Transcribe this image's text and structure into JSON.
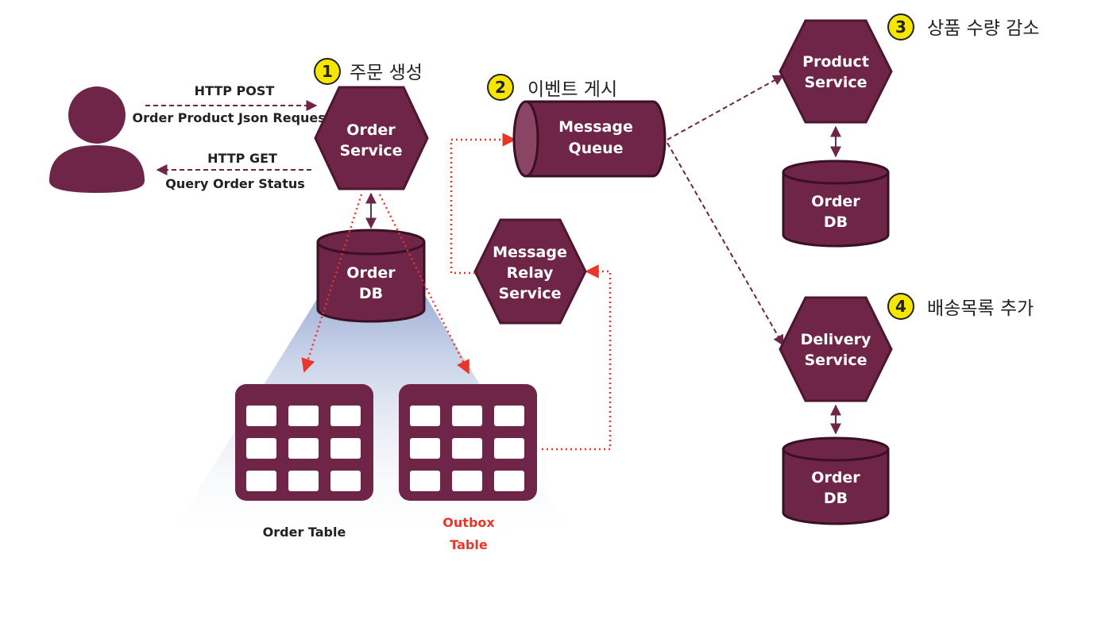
{
  "colors": {
    "node": "#6e2547",
    "node_dark": "#4d1730",
    "arrow_dark": "#6e2547",
    "arrow_red": "#e8372a",
    "step_badge": "#f6e600",
    "outbox_text": "#e8372a"
  },
  "client": {
    "icon": "user-icon"
  },
  "requests": {
    "post_method": "HTTP POST",
    "post_desc": "Order Product Json Request",
    "get_method": "HTTP GET",
    "get_desc": "Query Order Status"
  },
  "steps": {
    "s1": {
      "num": "1",
      "label": "주문 생성"
    },
    "s2": {
      "num": "2",
      "label": "이벤트 게시"
    },
    "s3": {
      "num": "3",
      "label": "상품 수량 감소"
    },
    "s4": {
      "num": "4",
      "label": "배송목록 추가"
    }
  },
  "nodes": {
    "order_service": [
      "Order",
      "Service"
    ],
    "order_db": [
      "Order",
      "DB"
    ],
    "message_queue": [
      "Message",
      "Queue"
    ],
    "relay_service": [
      "Message",
      "Relay",
      "Service"
    ],
    "product_service": [
      "Product",
      "Service"
    ],
    "product_db": [
      "Order",
      "DB"
    ],
    "delivery_service": [
      "Delivery",
      "Service"
    ],
    "delivery_db": [
      "Order",
      "DB"
    ]
  },
  "tables": {
    "order_table": "Order Table",
    "outbox_table_line1": "Outbox",
    "outbox_table_line2": "Table"
  }
}
